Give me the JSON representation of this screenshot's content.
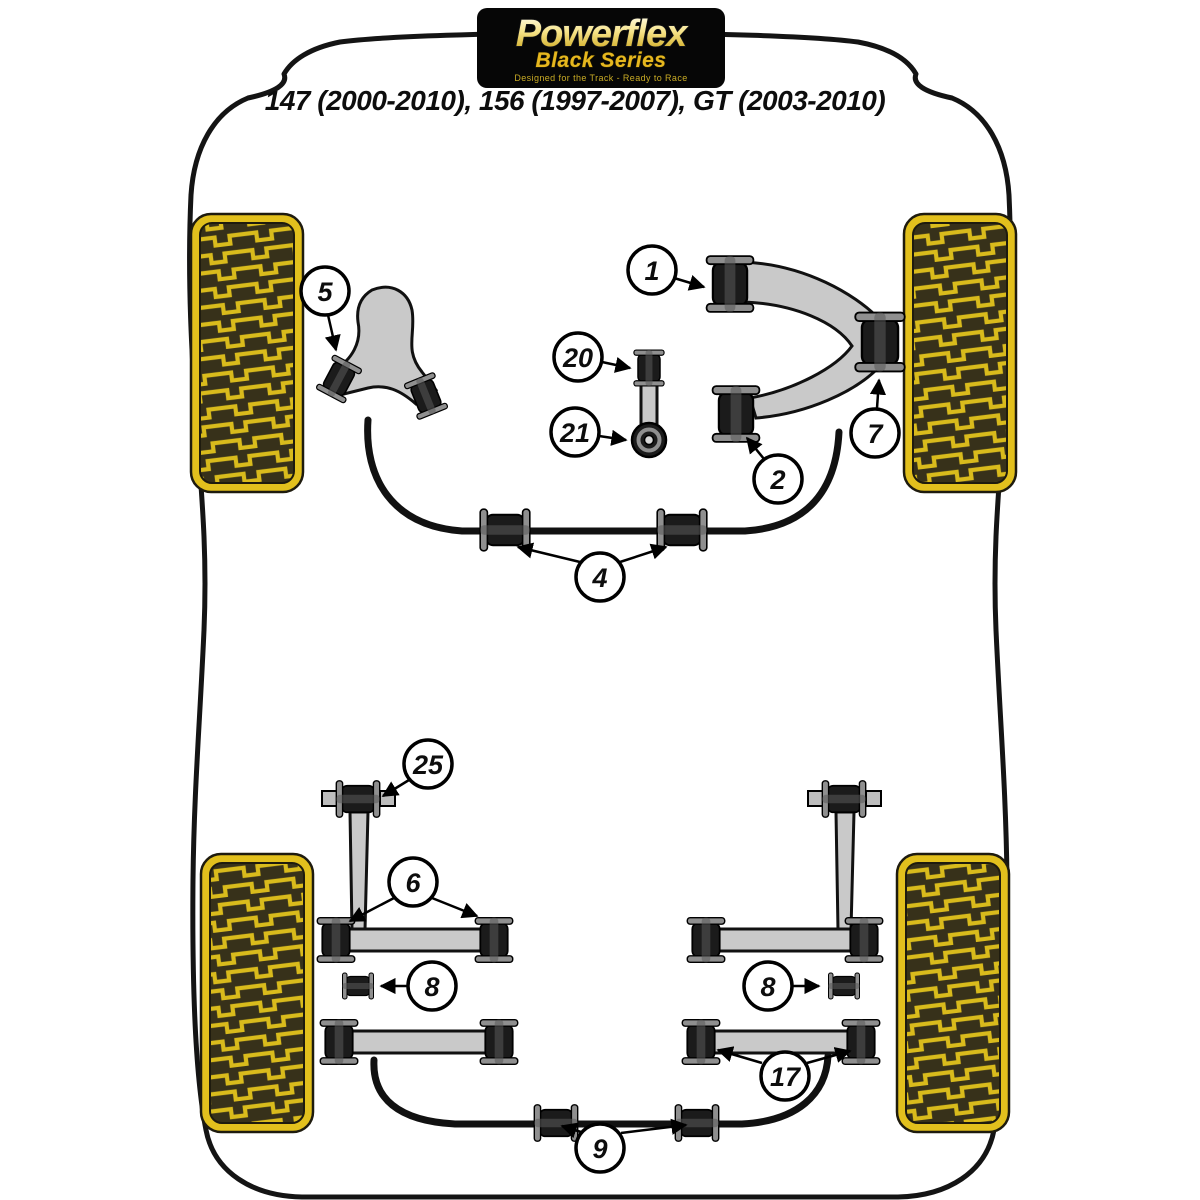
{
  "logo": {
    "brand": "Powerflex",
    "series": "Black Series",
    "tagline": "Designed for the Track - Ready to Race"
  },
  "title": "147 (2000-2010), 156 (1997-2007), GT (2003-2010)",
  "callouts": {
    "c1": "1",
    "c2": "2",
    "c4": "4",
    "c5": "5",
    "c6": "6",
    "c7": "7",
    "c8_left": "8",
    "c8_right": "8",
    "c9": "9",
    "c17": "17",
    "c20": "20",
    "c21": "21",
    "c25": "25"
  },
  "colors": {
    "tire_yellow": "#e2c01d",
    "tread_dark": "#37311a",
    "logo_gold": "#e6b71f",
    "outline_black": "#141414"
  }
}
